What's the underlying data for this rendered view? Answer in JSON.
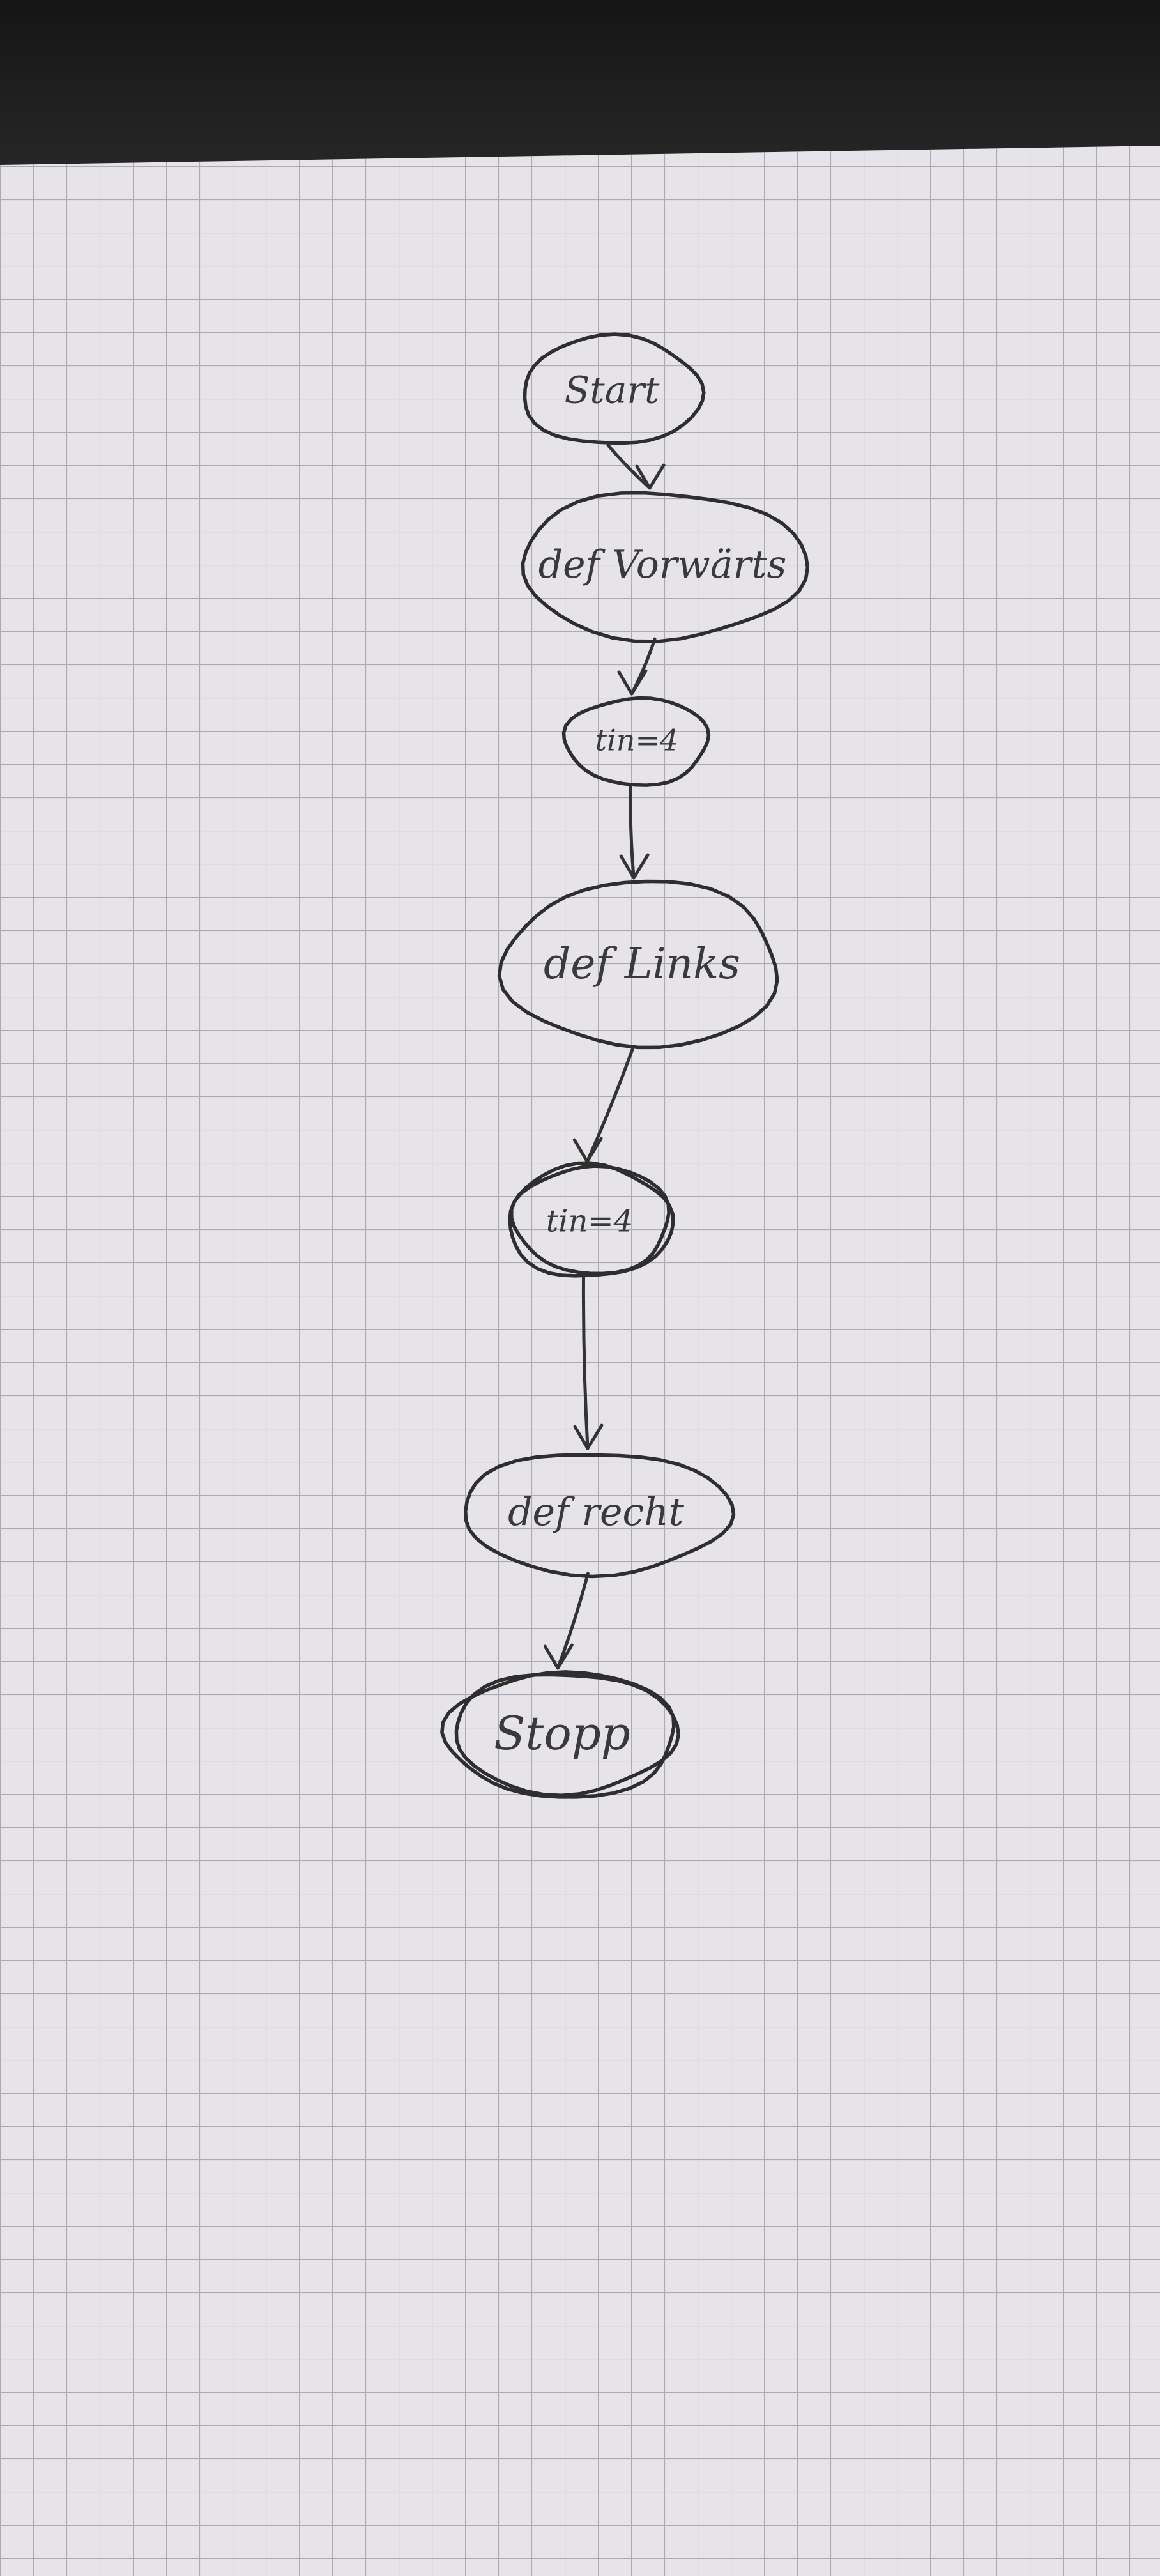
{
  "colors": {
    "paper": "#e6e4e8",
    "grid": "#a7a5ab",
    "pencil": "#2e2e2e",
    "background_dark": "#1f1f1f"
  },
  "flowchart": {
    "nodes": [
      {
        "id": "start",
        "label": "Start"
      },
      {
        "id": "def-vorwaerts",
        "label": "def Vorwärts"
      },
      {
        "id": "tin-1",
        "label": "tin=4"
      },
      {
        "id": "def-links",
        "label": "def Links"
      },
      {
        "id": "tin-2",
        "label": "tin=4"
      },
      {
        "id": "def-recht",
        "label": "def recht"
      },
      {
        "id": "stopp",
        "label": "Stopp"
      }
    ],
    "edges": [
      {
        "from": "start",
        "to": "def-vorwaerts"
      },
      {
        "from": "def-vorwaerts",
        "to": "tin-1"
      },
      {
        "from": "tin-1",
        "to": "def-links"
      },
      {
        "from": "def-links",
        "to": "tin-2"
      },
      {
        "from": "tin-2",
        "to": "def-recht"
      },
      {
        "from": "def-recht",
        "to": "stopp"
      }
    ]
  }
}
